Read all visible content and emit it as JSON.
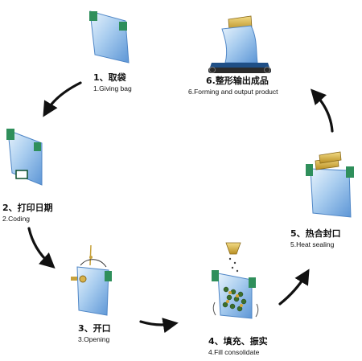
{
  "steps": [
    {
      "cn": "1、取袋",
      "en": "1.Giving bag"
    },
    {
      "cn": "2、打印日期",
      "en": "2.Coding"
    },
    {
      "cn": "3、开口",
      "en": "3.Opening"
    },
    {
      "cn": "4、填充、振实",
      "en": "4.Fill consolidate"
    },
    {
      "cn": "5、热合封口",
      "en": "5.Heat sealing"
    },
    {
      "cn": "6.整形输出成品",
      "en": "6.Forming and output product"
    }
  ],
  "colors": {
    "bag_fill": "#bcd9f2",
    "bag_edge": "#4f86c6",
    "clip_green": "#2f8f5b",
    "seal_gold": "#d8b24a",
    "arrow": "#111111"
  }
}
